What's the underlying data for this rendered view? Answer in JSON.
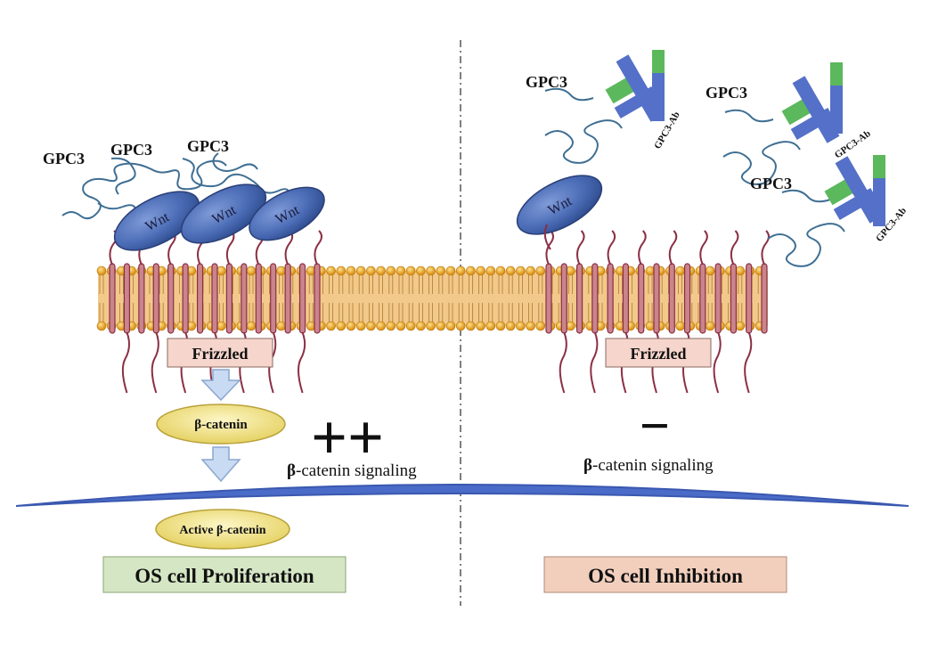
{
  "left_panel": {
    "gpc3_labels": [
      "GPC3",
      "GPC3",
      "GPC3"
    ],
    "wnt_labels": [
      "Wnt",
      "Wnt",
      "Wnt"
    ],
    "frizzled_label": "Frizzled",
    "beta_catenin_label": "β-catenin",
    "active_beta_catenin_label": "Active β-catenin",
    "signal_symbol": "++",
    "signaling_beta": "β",
    "signaling_text": "-catenin signaling",
    "outcome_label": "OS cell Proliferation"
  },
  "right_panel": {
    "gpc3_labels": [
      "GPC3",
      "GPC3",
      "GPC3"
    ],
    "antibody_labels": [
      "GPC3-Ab",
      "GPC3-Ab",
      "GPC3-Ab"
    ],
    "wnt_label": "Wnt",
    "frizzled_label": "Frizzled",
    "signal_symbol": "−",
    "signaling_beta": "β",
    "signaling_text": "-catenin signaling",
    "outcome_label": "OS cell Inhibition"
  },
  "colors": {
    "wnt_fill": "#4a6bb5",
    "frizzled_strand": "#8b2f45",
    "membrane_head": "#e8a630",
    "membrane_tail": "#f2c98a",
    "frizzled_box": "#f6d5cc",
    "beta_catenin_fill": "#f1e38a",
    "arrow_fill": "#c9dbf3",
    "nucleus_line": "#4a6bc7",
    "proliferation_box": "#d5e6c4",
    "inhibition_box": "#f2cfbd",
    "antibody_blue": "#5470c8",
    "antibody_green": "#5cb85c",
    "gpc3_strand": "#3f6f93"
  }
}
